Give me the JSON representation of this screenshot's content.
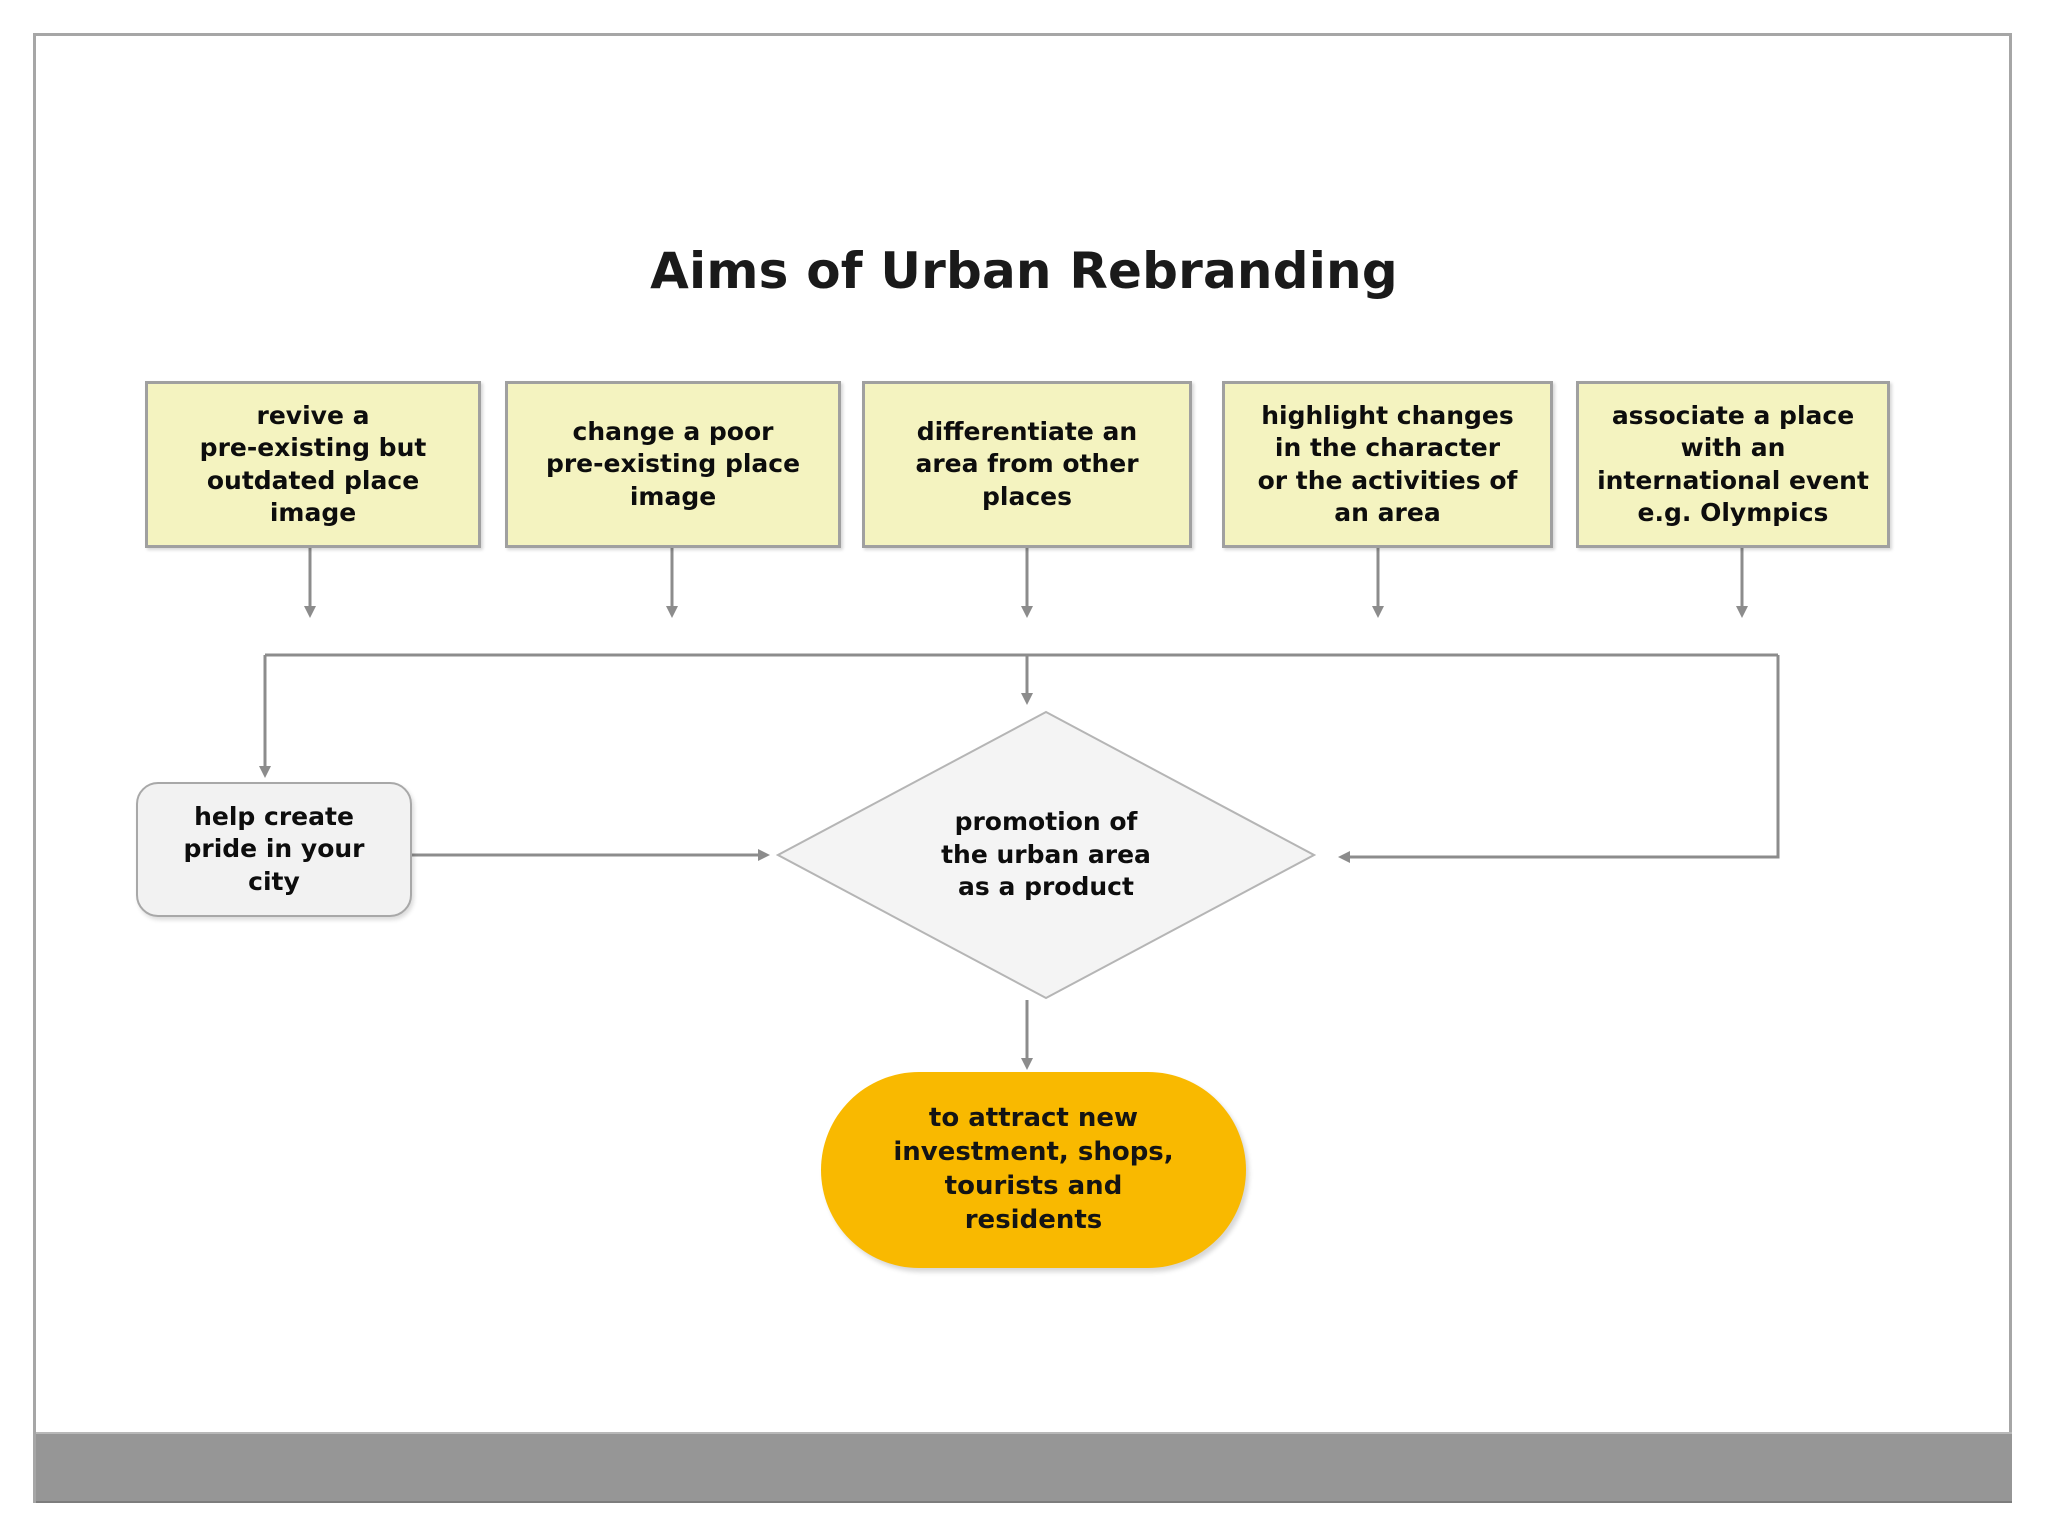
{
  "slide": {
    "title": "Aims of Urban Rebranding",
    "background_color": "#ffffff",
    "frame_border_color": "#a6a6a6",
    "footer_bar_color": "#969696"
  },
  "colors": {
    "aim_box_fill": "#f4f3c0",
    "aim_box_border": "#a0a0a0",
    "rounded_fill": "#f2f2f2",
    "rounded_border": "#a8a8a8",
    "diamond_fill": "#f4f4f4",
    "diamond_border": "#b5b5b5",
    "pill_fill": "#f9b900",
    "connector": "#8c8c8c",
    "text": "#0d0d0d"
  },
  "nodes": {
    "aims": [
      {
        "id": "revive",
        "shape": "rectangle",
        "lines": [
          "revive a",
          "pre-existing but",
          "outdated place",
          "image"
        ]
      },
      {
        "id": "change",
        "shape": "rectangle",
        "lines": [
          "change a poor",
          "pre-existing place",
          "image"
        ]
      },
      {
        "id": "differentiate",
        "shape": "rectangle",
        "lines": [
          "differentiate an",
          "area from other",
          "places"
        ]
      },
      {
        "id": "highlight",
        "shape": "rectangle",
        "lines": [
          "highlight changes",
          "in the character",
          "or the activities of",
          "an area"
        ]
      },
      {
        "id": "associate",
        "shape": "rectangle",
        "lines": [
          "associate a place",
          "with an",
          "international event",
          "e.g. Olympics"
        ]
      }
    ],
    "pride": {
      "id": "pride",
      "shape": "rounded-rectangle",
      "lines": [
        "help create",
        "pride in your",
        "city"
      ]
    },
    "promotion": {
      "id": "promotion",
      "shape": "diamond",
      "lines": [
        "promotion of",
        "the urban area",
        "as a product"
      ]
    },
    "attract": {
      "id": "attract",
      "shape": "pill",
      "lines": [
        "to attract new",
        "investment, shops,",
        "tourists and",
        "residents"
      ]
    }
  },
  "edges": [
    {
      "from": "revive",
      "to": "bus",
      "arrow": "down"
    },
    {
      "from": "change",
      "to": "bus",
      "arrow": "down"
    },
    {
      "from": "differentiate",
      "to": "promotion",
      "arrow": "down"
    },
    {
      "from": "highlight",
      "to": "bus",
      "arrow": "down"
    },
    {
      "from": "associate",
      "to": "bus",
      "arrow": "down"
    },
    {
      "from": "bus-left",
      "to": "pride",
      "arrow": "down"
    },
    {
      "from": "pride",
      "to": "promotion",
      "arrow": "right"
    },
    {
      "from": "bus-right",
      "to": "promotion",
      "arrow": "left"
    },
    {
      "from": "promotion",
      "to": "attract",
      "arrow": "down"
    }
  ]
}
